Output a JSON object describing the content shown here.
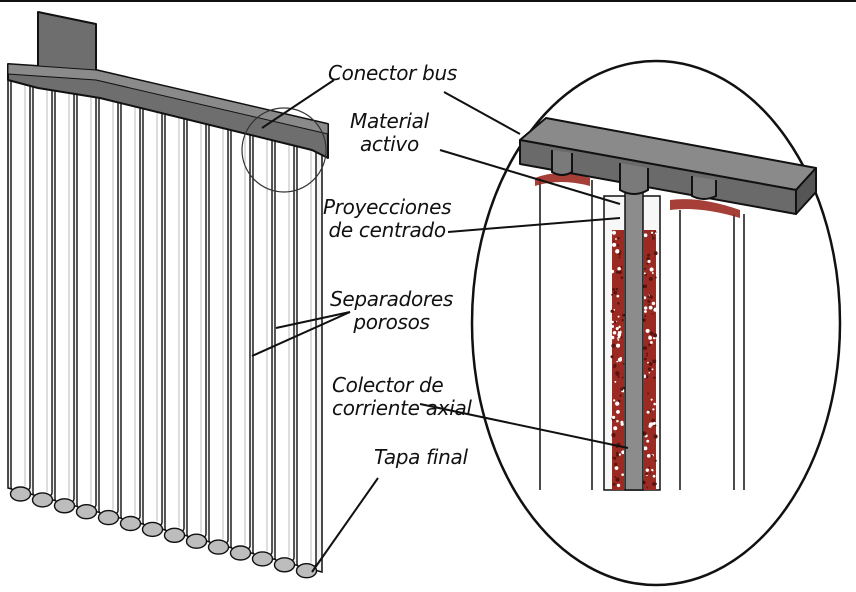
{
  "labels": {
    "bus_connector": "Conector bus",
    "active_material_1": "Material",
    "active_material_2": "activo",
    "centering_1": "Proyecciones",
    "centering_2": "de centrado",
    "separators_1": "Separadores",
    "separators_2": "porosos",
    "collector_1": "Colector de",
    "collector_2": "corriente axial",
    "end_cap": "Tapa final"
  },
  "colors": {
    "ink": "#111111",
    "bus_gray": "#707070",
    "tube_fill": "#ffffff",
    "cap_gray": "#bdbdbd",
    "active_material": "#9b2a22",
    "core_gray": "#8c8c8c"
  }
}
